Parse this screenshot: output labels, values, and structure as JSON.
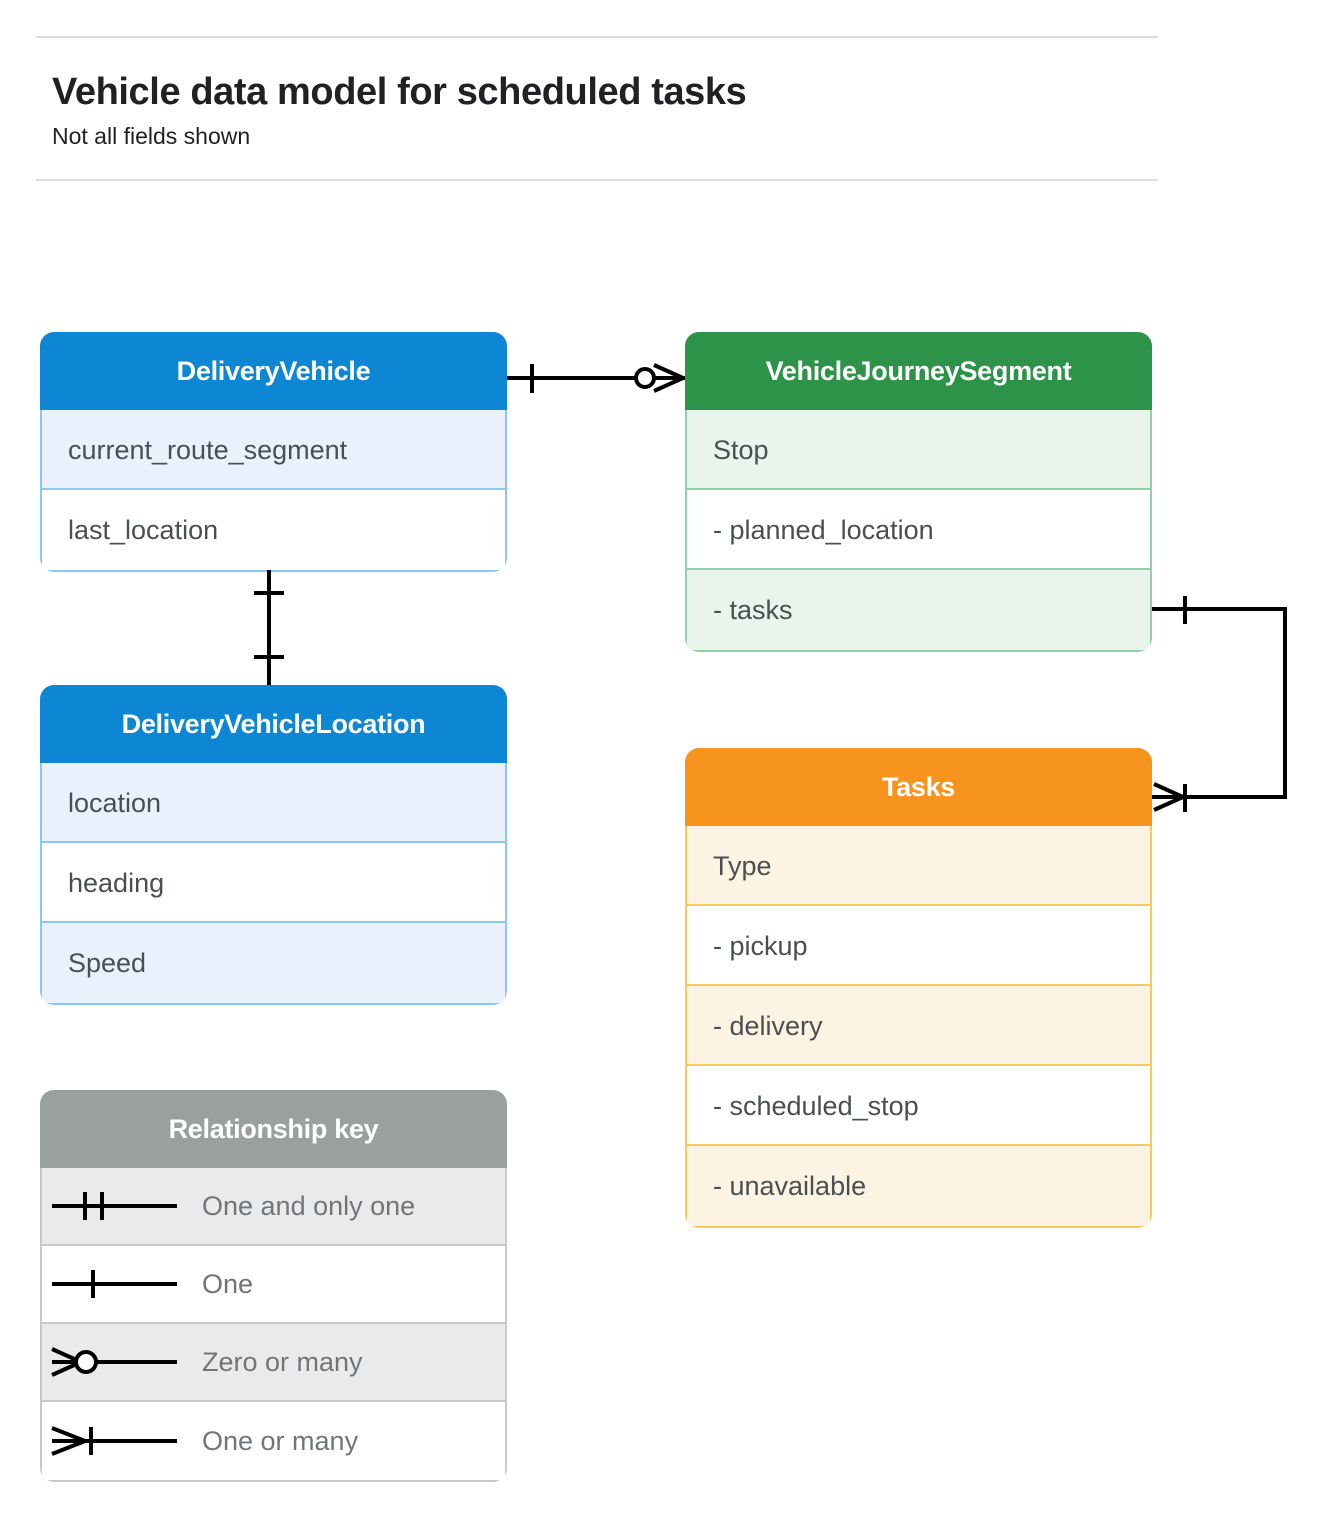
{
  "header": {
    "title": "Vehicle data model for scheduled tasks",
    "subtitle": "Not all fields shown"
  },
  "colors": {
    "blue_header": "#0d86d3",
    "blue_border": "#8cc6f2",
    "blue_row_alt": "#e8f1fc",
    "green_header": "#2d9348",
    "green_border": "#93d0a7",
    "green_row_alt": "#e8f4ec",
    "orange_header": "#f7941e",
    "orange_border": "#fbc85f",
    "orange_row_alt": "#fdf3e2",
    "gray_header": "#9aa0a0",
    "gray_border": "#c8c8c8",
    "rule": "#dadce0",
    "connector": "#000000",
    "text_primary": "#202124",
    "text_row": "#4a4f52",
    "text_legend": "#70757a"
  },
  "entities": [
    {
      "id": "delivery-vehicle",
      "name": "DeliveryVehicle",
      "theme": "blue",
      "rows": [
        {
          "label": "current_route_segment",
          "alt": true
        },
        {
          "label": "last_location",
          "alt": false
        }
      ]
    },
    {
      "id": "vehicle-journey-segment",
      "name": "VehicleJourneySegment",
      "theme": "green",
      "rows": [
        {
          "label": "Stop",
          "alt": true
        },
        {
          "label": "-  planned_location",
          "alt": false
        },
        {
          "label": "- tasks",
          "alt": true
        }
      ]
    },
    {
      "id": "delivery-vehicle-location",
      "name": "DeliveryVehicleLocation",
      "theme": "blue",
      "rows": [
        {
          "label": "location",
          "alt": true
        },
        {
          "label": "heading",
          "alt": false
        },
        {
          "label": "Speed",
          "alt": true
        }
      ]
    },
    {
      "id": "tasks",
      "name": "Tasks",
      "theme": "orange",
      "rows": [
        {
          "label": "Type",
          "alt": true
        },
        {
          "label": "-  pickup",
          "alt": false
        },
        {
          "label": "-  delivery",
          "alt": true
        },
        {
          "label": "-  scheduled_stop",
          "alt": false
        },
        {
          "label": "-  unavailable",
          "alt": true
        }
      ]
    }
  ],
  "legend": {
    "title": "Relationship key",
    "items": [
      {
        "symbol": "one-and-only-one",
        "label": "One and only one",
        "alt": true
      },
      {
        "symbol": "one",
        "label": "One",
        "alt": false
      },
      {
        "symbol": "zero-or-many",
        "label": "Zero or many",
        "alt": true
      },
      {
        "symbol": "one-or-many",
        "label": "One or many",
        "alt": false
      }
    ]
  },
  "relationships": [
    {
      "id": "deliveryvehicle-to-vehiclejourneysegment",
      "from": "DeliveryVehicle",
      "from_cardinality": "one",
      "to": "VehicleJourneySegment",
      "to_cardinality": "zero-or-many"
    },
    {
      "id": "deliveryvehicle-to-deliveryvehiclelocation",
      "from": "DeliveryVehicle",
      "from_cardinality": "one",
      "to": "DeliveryVehicleLocation",
      "to_cardinality": "one"
    },
    {
      "id": "vehiclejourneysegment-tasks-to-tasks",
      "from": "VehicleJourneySegment.tasks",
      "from_cardinality": "one",
      "to": "Tasks",
      "to_cardinality": "one-or-many"
    }
  ]
}
